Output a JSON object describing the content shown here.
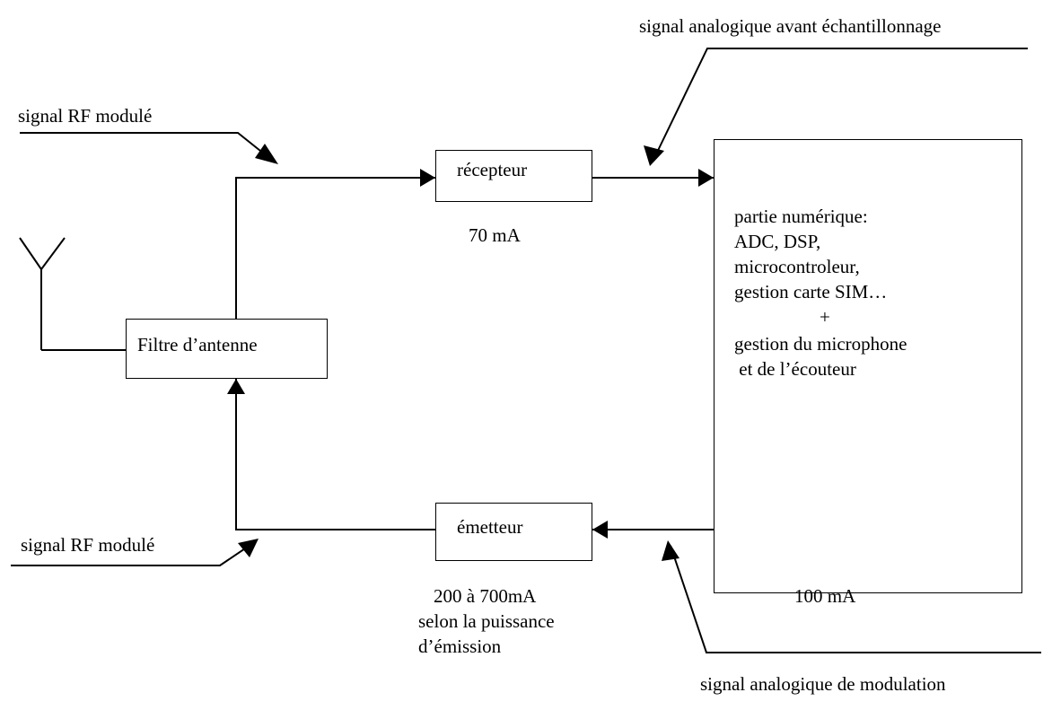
{
  "labels": {
    "rf_in": "signal RF modulé",
    "rf_out": "signal RF modulé",
    "analog_before_sampling": "signal analogique avant échantillonnage",
    "analog_modulation": "signal analogique de modulation"
  },
  "blocks": {
    "filter": "Filtre d’antenne",
    "receiver": "récepteur",
    "transmitter": "émetteur",
    "digital": {
      "lines": [
        "partie numérique:",
        "ADC, DSP,",
        "microcontroleur,",
        "gestion carte SIM…",
        "+",
        "gestion du microphone",
        " et de l’écouteur"
      ]
    }
  },
  "currents": {
    "receiver": "70 mA",
    "digital": "100 mA",
    "transmitter": [
      "200 à 700mA",
      "selon la puissance",
      "d’émission"
    ]
  }
}
